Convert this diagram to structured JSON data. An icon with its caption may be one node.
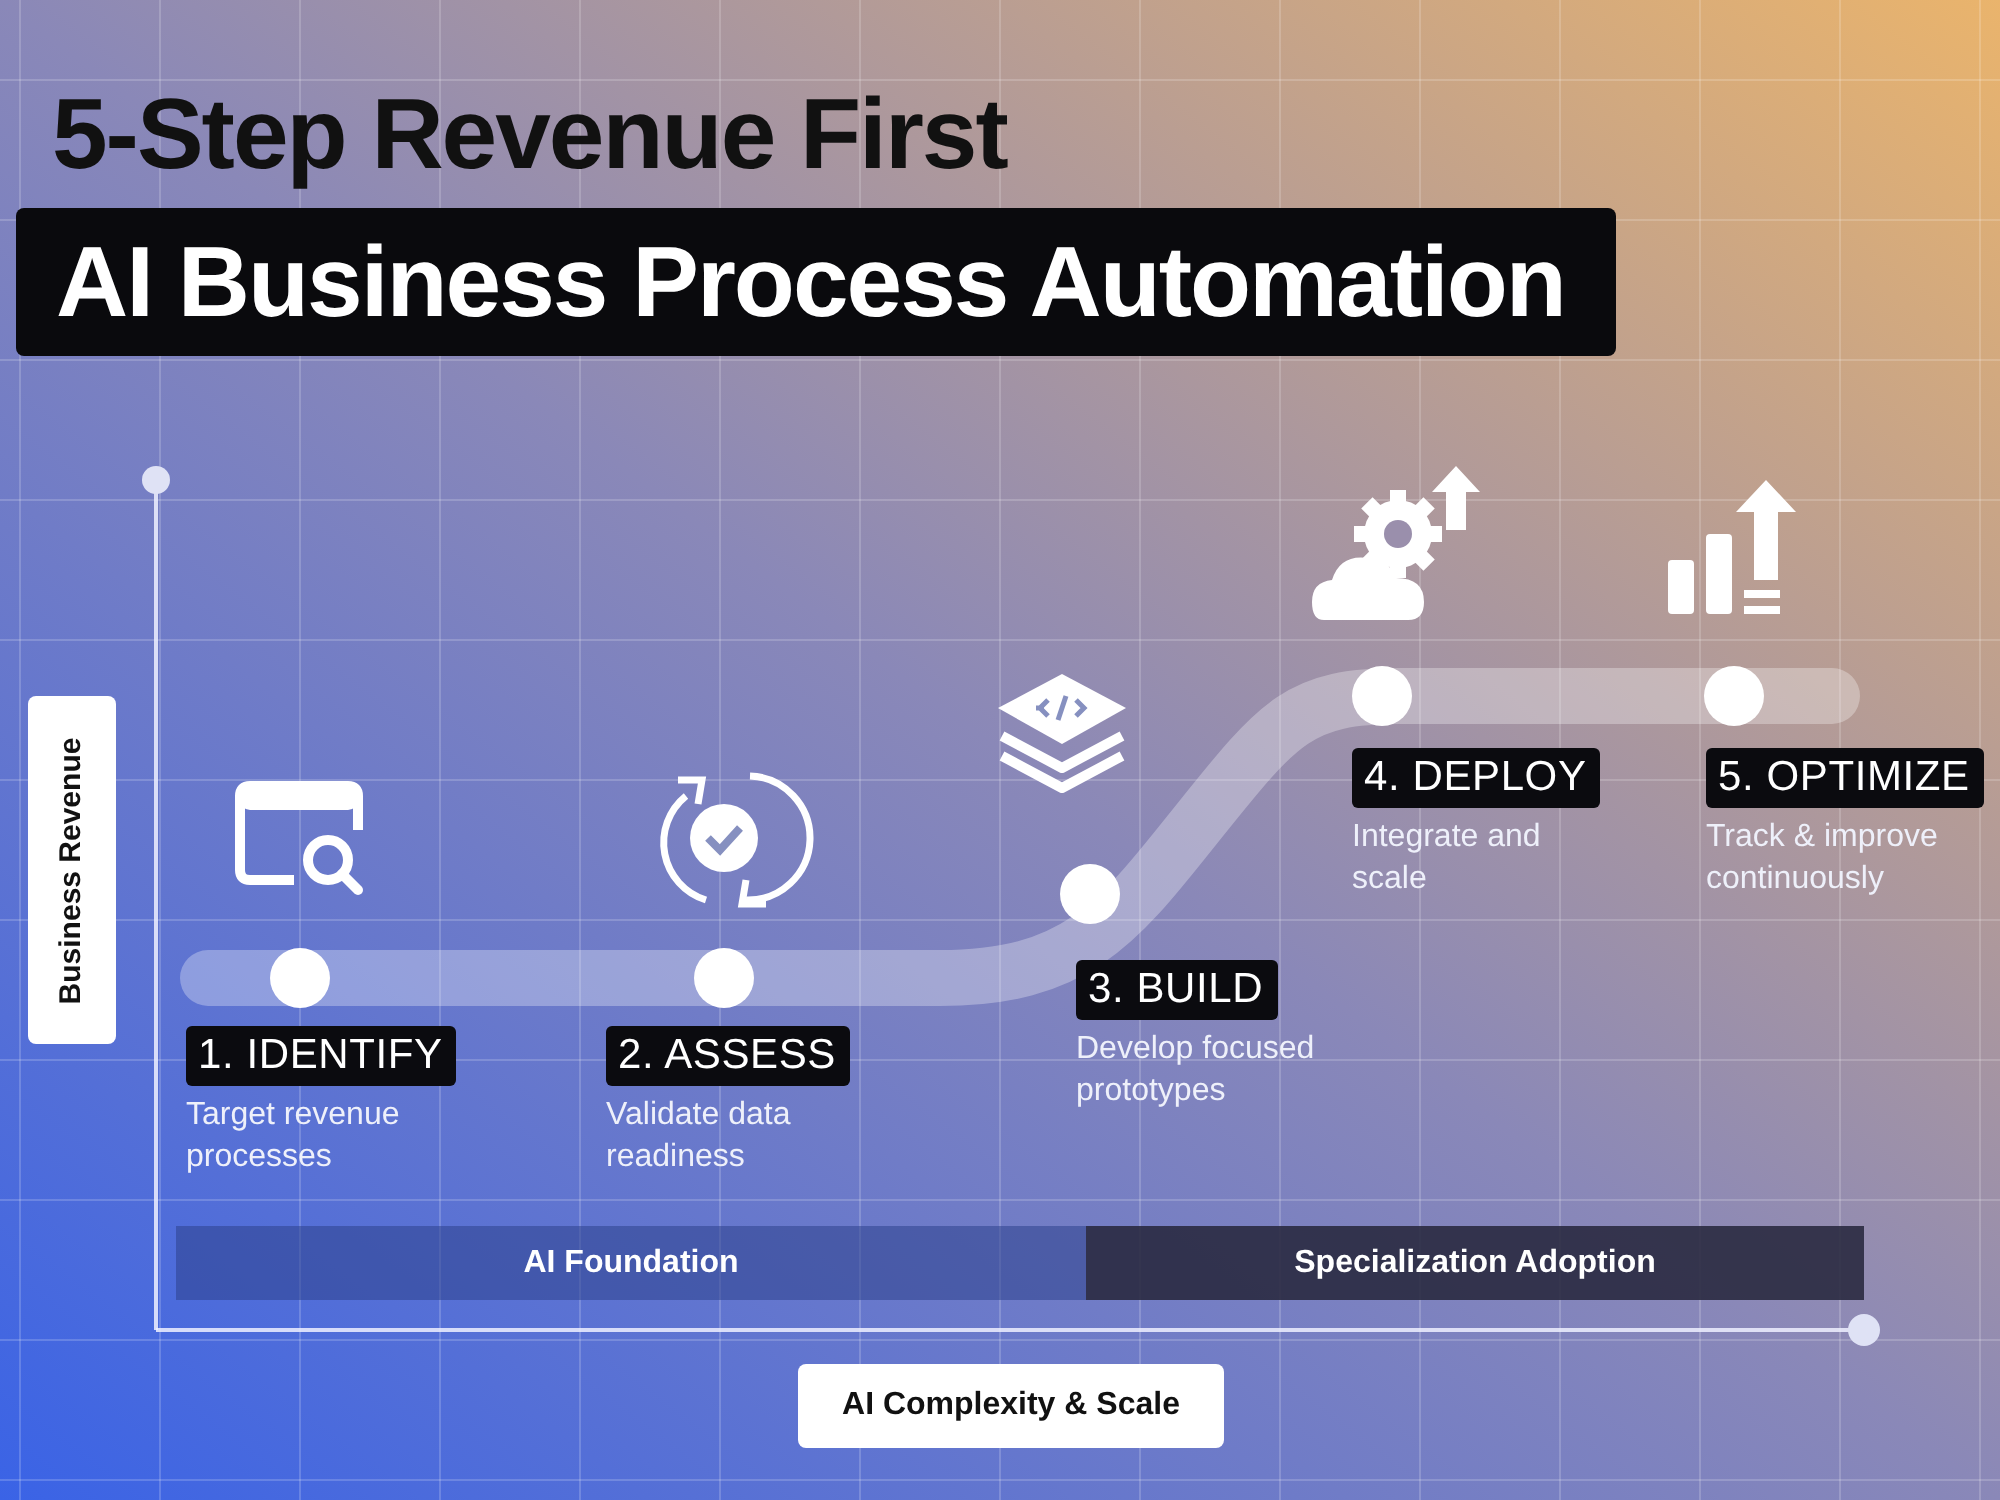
{
  "diagram": {
    "title": "5-Step Revenue First",
    "nodes": [
      {
        "text": [
          "1. IDENTIFY",
          "Target revenue processes"
        ]
      },
      {
        "text": [
          "2. ASSESS",
          "Validate data readiness"
        ]
      },
      {
        "text": [
          "3. BUILD",
          "Develop focused prototypes"
        ]
      },
      {
        "text": [
          "4. DEPLOY",
          "Integrate and scale"
        ]
      },
      {
        "text": [
          "5. OPTIMIZE",
          "Track & improve continuously"
        ]
      },
      {
        "text": [
          "AI Foundation"
        ]
      },
      {
        "text": [
          "Specialization Adoption"
        ]
      },
      {
        "text": [
          "Business Revenue"
        ]
      },
      {
        "text": [
          "AI Complexity & Scale"
        ]
      }
    ],
    "labels": [
      "AI Business Process Automation"
    ]
  }
}
